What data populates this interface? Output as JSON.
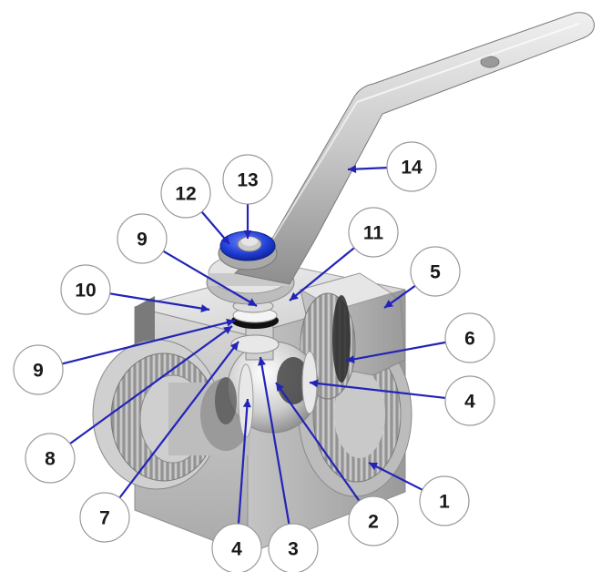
{
  "diagram": {
    "colors": {
      "leader_line": "#2323b8",
      "callout_fill": "#ffffff",
      "callout_stroke": "#9a9a9a",
      "callout_text": "#1a1a1a",
      "steel_light": "#e6e6e6",
      "steel_mid": "#bdbdbd",
      "steel_dark": "#8c8c8c",
      "cap_blue": "#1f3fd6"
    },
    "callouts": [
      {
        "id": "c1",
        "label": "1"
      },
      {
        "id": "c2",
        "label": "2"
      },
      {
        "id": "c3",
        "label": "3"
      },
      {
        "id": "c4a",
        "label": "4"
      },
      {
        "id": "c4b",
        "label": "4"
      },
      {
        "id": "c5",
        "label": "5"
      },
      {
        "id": "c6",
        "label": "6"
      },
      {
        "id": "c7",
        "label": "7"
      },
      {
        "id": "c8",
        "label": "8"
      },
      {
        "id": "c9a",
        "label": "9"
      },
      {
        "id": "c9b",
        "label": "9"
      },
      {
        "id": "c10",
        "label": "10"
      },
      {
        "id": "c11",
        "label": "11"
      },
      {
        "id": "c12",
        "label": "12"
      },
      {
        "id": "c13",
        "label": "13"
      },
      {
        "id": "c14",
        "label": "14"
      }
    ]
  }
}
